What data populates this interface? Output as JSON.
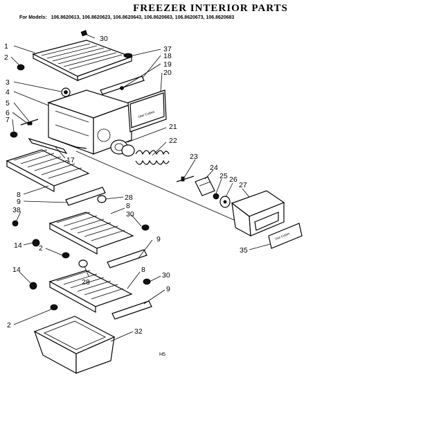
{
  "title": "FREEZER INTERIOR PARTS",
  "models_label": "For Models:",
  "models": "106.8620613, 106.8620623, 106.8620643, 106.8620663, 106.8620673, 106.8620683",
  "footer_code": "H5",
  "callouts": {
    "c1": "1",
    "c2a": "2",
    "c2b": "2",
    "c2c": "2",
    "c3": "3",
    "c4": "4",
    "c5": "5",
    "c6": "6",
    "c7": "7",
    "c8a": "8",
    "c8b": "8",
    "c8c": "8",
    "c9a": "9",
    "c9b": "9",
    "c9c": "9",
    "c14a": "14",
    "c14b": "14",
    "c17": "17",
    "c18": "18",
    "c19": "19",
    "c20": "20",
    "c21": "21",
    "c22": "22",
    "c23": "23",
    "c24": "24",
    "c25": "25",
    "c26": "26",
    "c27": "27",
    "c28a": "28",
    "c28b": "28",
    "c30a": "30",
    "c30b": "30",
    "c30c": "30",
    "c32": "32",
    "c35": "35",
    "c37": "37",
    "c38": "38"
  },
  "label_plate_text": "Use Cubes"
}
